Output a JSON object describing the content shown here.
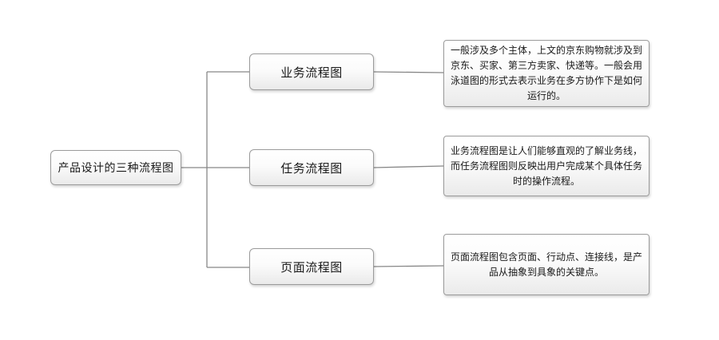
{
  "diagram": {
    "title_node": "产品设计的三种流程图",
    "branches": [
      {
        "label": "业务流程图",
        "description": "一般涉及多个主体，上文的京东购物就涉及到京东、买家、第三方卖家、快递等。一般会用泳道图的形式去表示业务在多方协作下是如何运行的。"
      },
      {
        "label": "任务流程图",
        "description": "业务流程图是让人们能够直观的了解业务线，而任务流程图则反映出用户完成某个具体任务时的操作流程。"
      },
      {
        "label": "页面流程图",
        "description": "页面流程图包含页面、行动点、连接线，是产品从抽象到具象的关键点。"
      }
    ],
    "colors": {
      "connector": "#878787",
      "node_border": "#9b9b9b",
      "node_bg_top": "#ffffff",
      "node_bg_bottom": "#eaeaea",
      "text": "#1a1a1a",
      "background": "#ffffff"
    }
  }
}
